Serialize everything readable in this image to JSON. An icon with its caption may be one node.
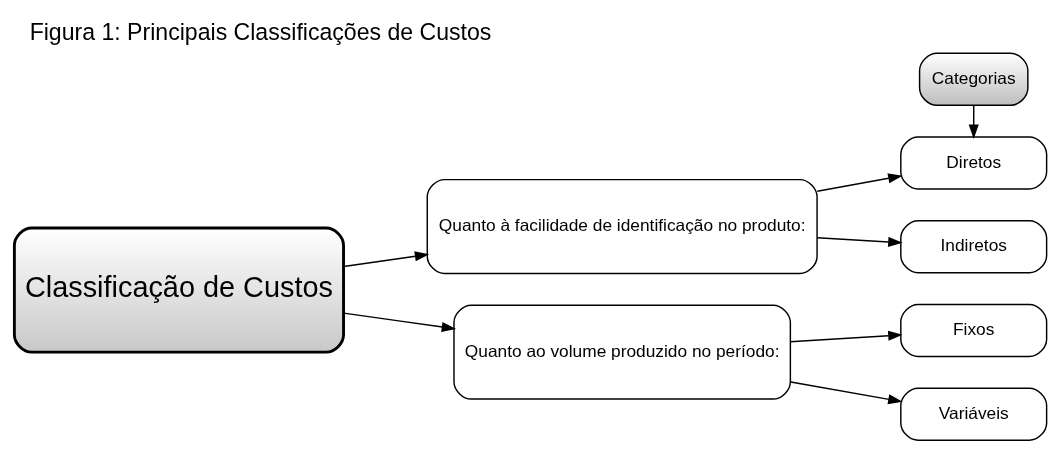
{
  "diagram": {
    "title": "Figura 1: Principais Classificações de Custos",
    "nodes": [
      {
        "text": [
          "Classificação de Custos"
        ]
      },
      {
        "text": [
          "Quanto à facilidade de identificação no produto:"
        ]
      },
      {
        "text": [
          "Quanto ao volume produzido no período:"
        ]
      },
      {
        "text": [
          "Categorias"
        ]
      },
      {
        "text": [
          "Diretos"
        ]
      },
      {
        "text": [
          "Indiretos"
        ]
      },
      {
        "text": [
          "Fixos"
        ]
      },
      {
        "text": [
          "Variáveis"
        ]
      }
    ],
    "edges": [
      {
        "from": 0,
        "to": 1,
        "arrow": "to"
      },
      {
        "from": 0,
        "to": 2,
        "arrow": "to"
      },
      {
        "from": 3,
        "to": 4,
        "arrow": "to"
      },
      {
        "from": 1,
        "to": 4,
        "arrow": "to"
      },
      {
        "from": 1,
        "to": 5,
        "arrow": "to"
      },
      {
        "from": 2,
        "to": 6,
        "arrow": "to"
      },
      {
        "from": 2,
        "to": 7,
        "arrow": "to"
      }
    ]
  }
}
